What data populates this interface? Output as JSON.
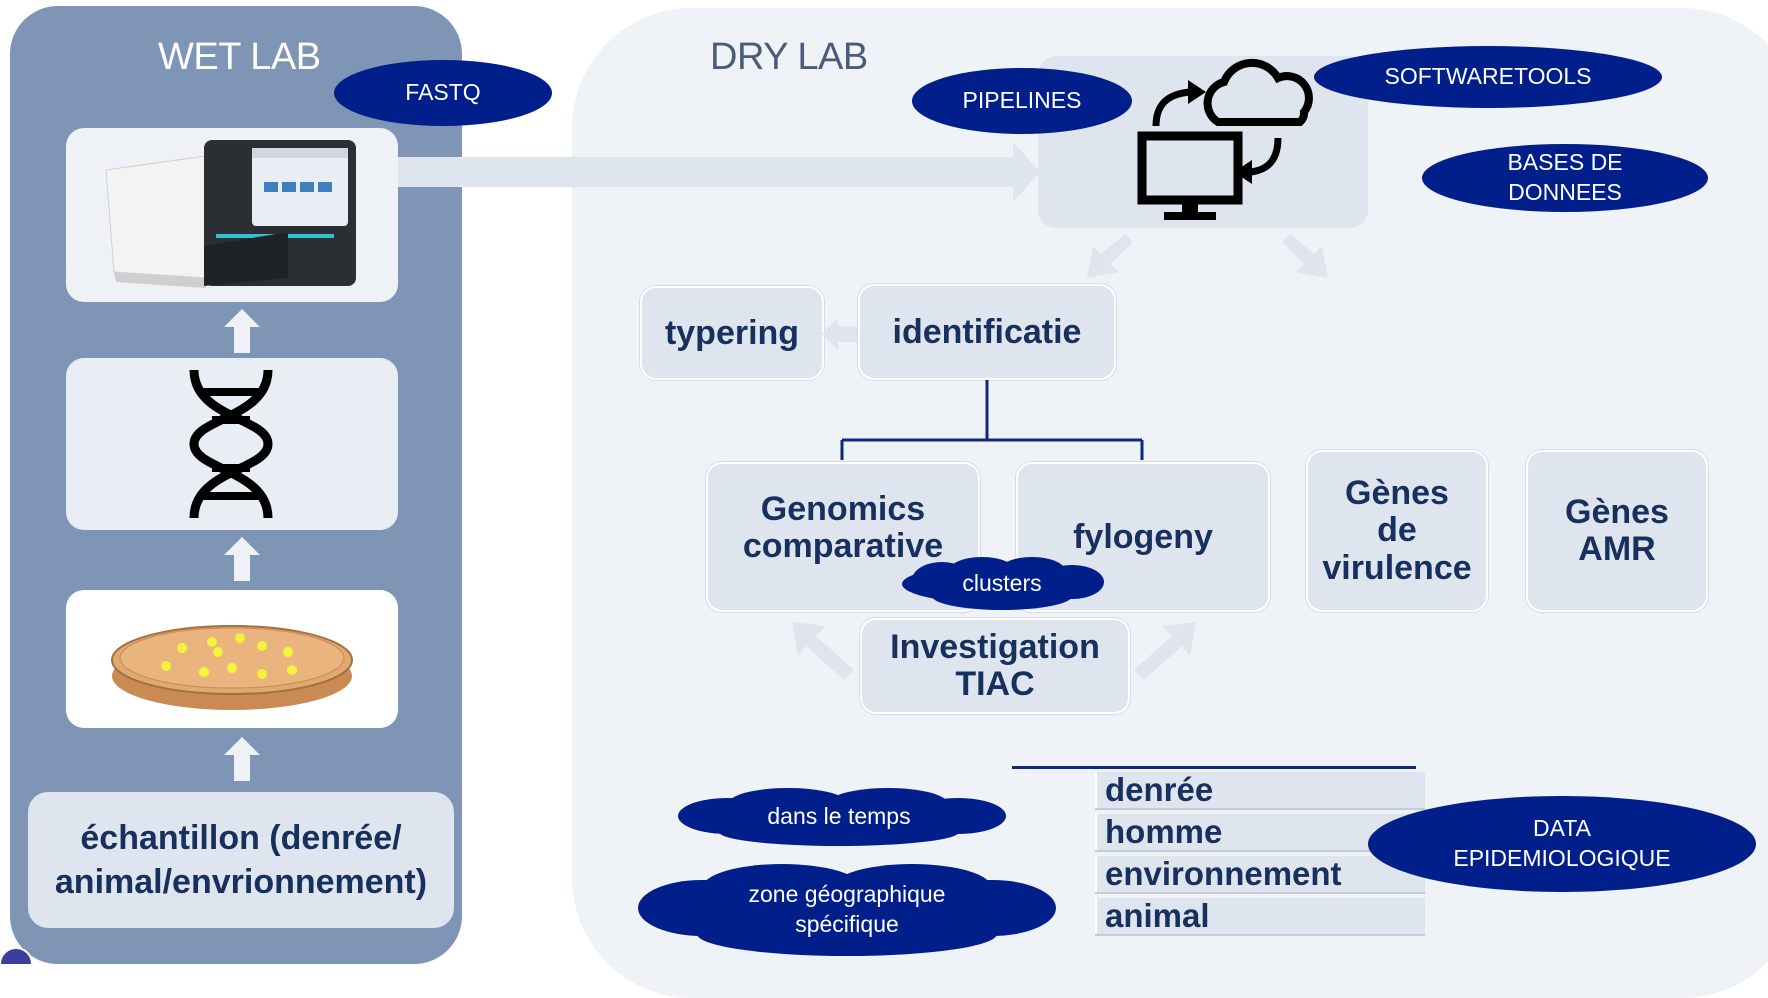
{
  "wet_lab": {
    "title": "WET LAB",
    "sample_label": "échantillon (denrée/\nanimal/envrionnement)"
  },
  "dry_lab": {
    "title": "DRY LAB",
    "boxes": {
      "typering": "typering",
      "identificatie": "identificatie",
      "genomics": "Genomics comparative",
      "fylogeny": "fylogeny",
      "virulence": "Gènes de virulence",
      "amr": "Gènes AMR",
      "investigation": "Investigation TIAC"
    },
    "ovals": {
      "fastq": "FASTQ",
      "pipelines": "PIPELINES",
      "softwaretools": "SOFTWARETOOLS",
      "bases": "BASES DE DONNEES",
      "data_epi": "DATA EPIDEMIOLOGIQUE"
    },
    "clouds": {
      "clusters": "clusters",
      "temps": "dans le temps",
      "zone": "zone géographique spécifique"
    },
    "epi_list": [
      "denrée",
      "homme",
      "environnement",
      "animal"
    ]
  },
  "colors": {
    "wet_panel": "#7f95b6",
    "dry_panel": "#eff2f7",
    "navy": "#001f8a",
    "text_dark": "#17305e"
  }
}
